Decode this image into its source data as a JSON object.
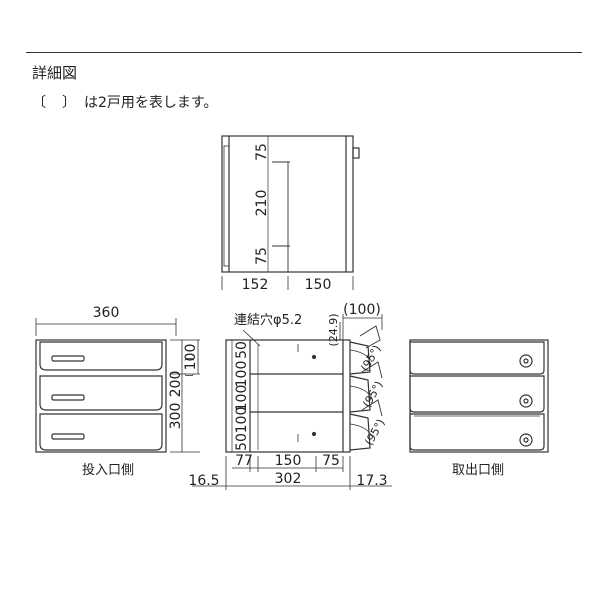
{
  "header": {
    "title": "詳細図",
    "bracket_open": "〔",
    "bracket_close": "〕",
    "note": "は2戸用を表します。"
  },
  "top_view": {
    "v_dims": [
      "75",
      "210",
      "75"
    ],
    "h_dims": [
      "152",
      "150"
    ]
  },
  "front_view": {
    "width_dim": "360",
    "height_total": "300",
    "height_total_2": "200",
    "height_box": "100",
    "label": "投入口側"
  },
  "side_view": {
    "hole_label": "連結穴φ5.2",
    "depth_offset": "(100)",
    "depth_offset_v": "(24.9)",
    "angles": [
      "(95°)",
      "(95°)",
      "(95°)"
    ],
    "v_dims": [
      "50",
      "100",
      "100",
      "100",
      "50"
    ],
    "inner_h_dims": [
      "77",
      "150",
      "75"
    ],
    "outer_left": "16.5",
    "outer_center": "302",
    "outer_right": "17.3"
  },
  "back_view": {
    "label": "取出口側"
  }
}
